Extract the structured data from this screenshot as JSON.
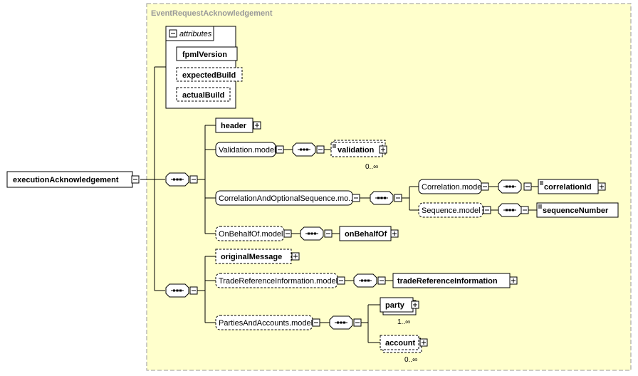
{
  "colors": {
    "background": "#ffffff",
    "complex_type_fill": "#ffffcc",
    "complex_type_border": "#999999",
    "element_fill": "#ffffff",
    "line": "#000000"
  },
  "type_title": "EventRequestAcknowledgement",
  "root_element": "executionAcknowledgement",
  "attributes": {
    "label": "attributes",
    "items": [
      "fpmlVersion",
      "expectedBuild",
      "actualBuild"
    ]
  },
  "elements": {
    "header": "header",
    "validation_model": "Validation.model",
    "validation": "validation",
    "validation_card": "0..∞",
    "correlation_seq_model": "CorrelationAndOptionalSequence.mo...",
    "correlation_model": "Correlation.model",
    "correlation_id": "correlationId",
    "sequence_model": "Sequence.model",
    "sequence_number": "sequenceNumber",
    "on_behalf_of_model": "OnBehalfOf.model",
    "on_behalf_of": "onBehalfOf",
    "original_message": "originalMessage",
    "trade_ref_model": "TradeReferenceInformation.model",
    "trade_ref": "tradeReferenceInformation",
    "parties_model": "PartiesAndAccounts.model",
    "party": "party",
    "party_card": "1..∞",
    "account": "account",
    "account_card": "0..∞"
  }
}
